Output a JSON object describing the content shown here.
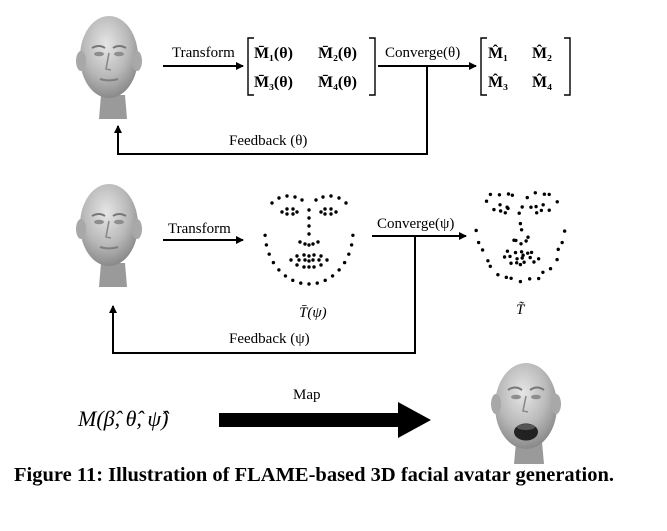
{
  "row1": {
    "transform_label": "Transform",
    "converge_label": "Converge(θ)",
    "feedback_label": "Feedback (θ)",
    "matrix_in": [
      [
        "M̄₁(θ)",
        "M̄₂(θ)"
      ],
      [
        "M̄₃(θ)",
        "M̄₄(θ)"
      ]
    ],
    "matrix_out": [
      [
        "M̂₁",
        "M̂₂"
      ],
      [
        "M̂₃",
        "M̂₄"
      ]
    ]
  },
  "row2": {
    "transform_label": "Transform",
    "converge_label": "Converge(ψ)",
    "feedback_label": "Feedback (ψ)",
    "landmark_in_label": "T̄(ψ)",
    "landmark_out_label": "T̃"
  },
  "row3": {
    "formula": "M(β̂, θ̂, ψ̂)",
    "map_label": "Map"
  },
  "caption": "Figure 11: Illustration of FLAME-based 3D facial avatar generation."
}
